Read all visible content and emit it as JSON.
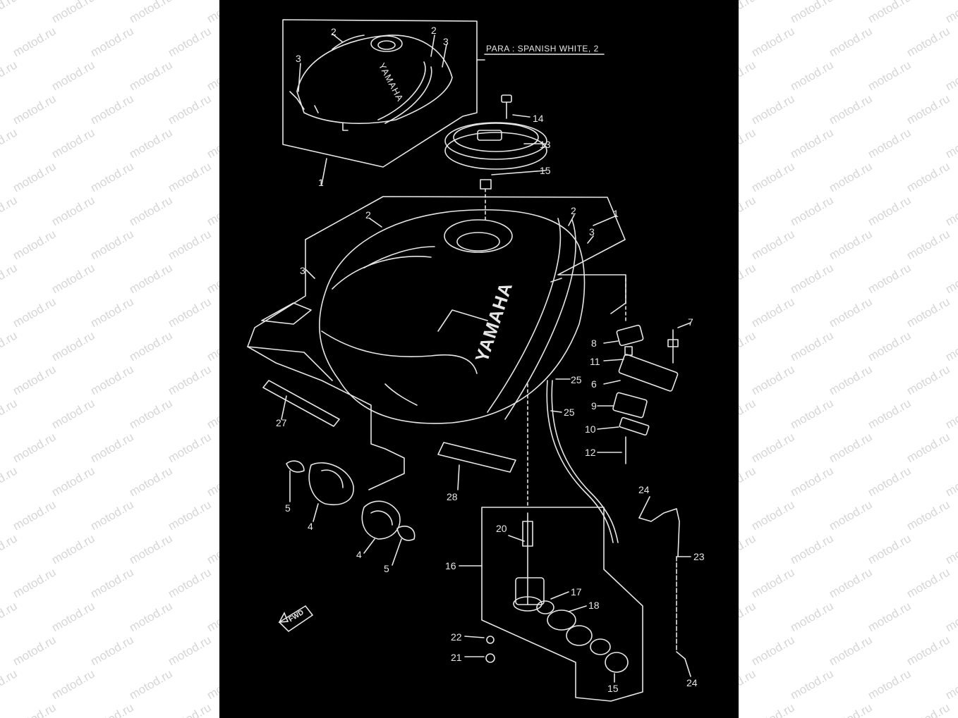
{
  "watermark_text": "motod.ru",
  "colors": {
    "background": "#000000",
    "line": "#e6e6e6",
    "page": "#ffffff",
    "watermark": "#d6d6d6"
  },
  "note": "PARA : SPANISH WHITE, 2",
  "brand": "YAMAHA",
  "fwd": "FWD",
  "callouts": {
    "c1_top": "1",
    "c1_main": "1",
    "c2_inset_a": "2",
    "c2_inset_b": "2",
    "c2_main_a": "2",
    "c2_main_b": "2",
    "c3_inset_a": "3",
    "c3_inset_b": "3",
    "c3_main_a": "3",
    "c3_main_b": "3",
    "c4_a": "4",
    "c4_b": "4",
    "c5_a": "5",
    "c5_b": "5",
    "c6": "6",
    "c7": "7",
    "c8": "8",
    "c9": "9",
    "c10": "10",
    "c11": "11",
    "c12": "12",
    "c13": "13",
    "c14": "14",
    "c15_a": "15",
    "c15_b": "15",
    "c16": "16",
    "c17": "17",
    "c18": "18",
    "c20": "20",
    "c21": "21",
    "c22": "22",
    "c23": "23",
    "c24_a": "24",
    "c24_b": "24",
    "c25_a": "25",
    "c25_b": "25",
    "c27": "27",
    "c28": "28"
  }
}
